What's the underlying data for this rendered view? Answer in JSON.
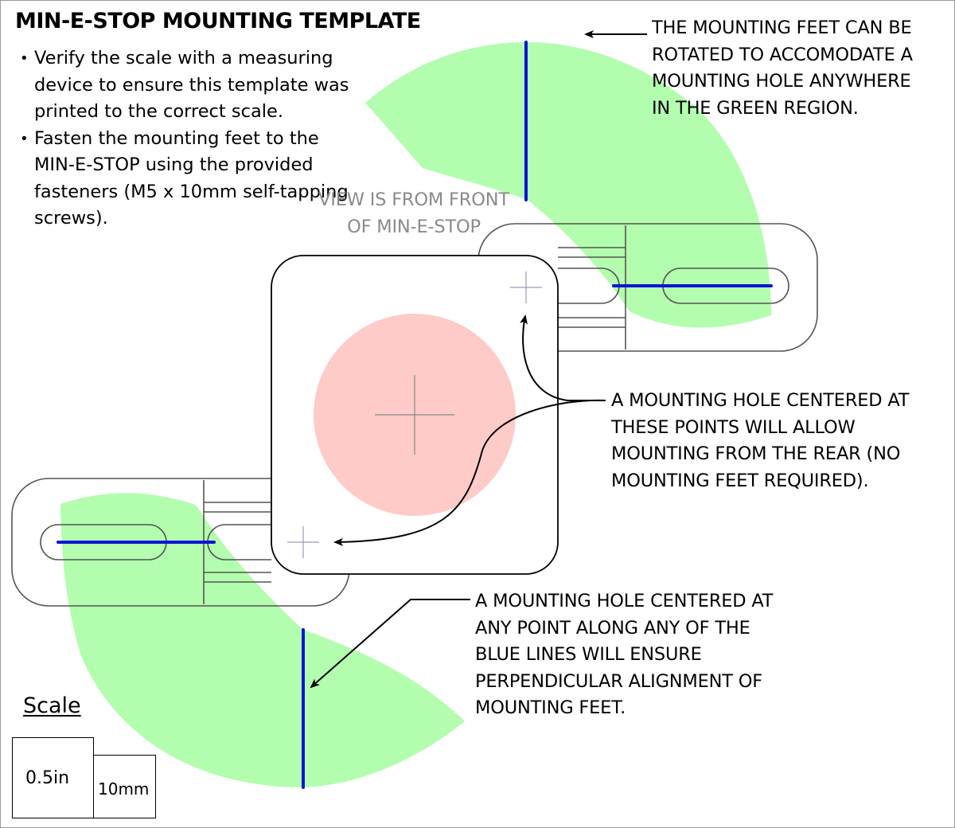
{
  "title": "MIN-E-STOP MOUNTING TEMPLATE",
  "instructions": [
    "Verify the scale with a measuring device to ensure this template was printed to the correct scale.",
    "Fasten the mounting feet to the MIN-E-STOP using the provided fasteners (M5 x 10mm self-tapping screws)."
  ],
  "view_note": [
    "VIEW IS FROM FRONT",
    "OF MIN-E-STOP"
  ],
  "callouts": {
    "green_region": [
      "THE MOUNTING FEET CAN BE",
      "ROTATED TO ACCOMODATE A",
      "MOUNTING HOLE ANYWHERE",
      "IN THE GREEN REGION."
    ],
    "rear_mounting": [
      "A MOUNTING HOLE CENTERED AT",
      "THESE POINTS WILL ALLOW",
      "MOUNTING FROM THE REAR (NO",
      "MOUNTING FEET REQUIRED)."
    ],
    "blue_lines": [
      "A MOUNTING HOLE CENTERED AT",
      "ANY POINT ALONG ANY OF THE",
      "BLUE LINES WILL ENSURE",
      "PERPENDICULAR ALIGNMENT OF",
      "MOUNTING FEET."
    ]
  },
  "scale": {
    "title": "Scale",
    "imperial_label": "0.5in",
    "metric_label": "10mm"
  },
  "colors": {
    "green_region": "#b3fdae",
    "blue_line": "#0a14d6",
    "red_circle": "#fecbc8",
    "outline": "#555555",
    "gray_text": "#8a8a8a"
  }
}
